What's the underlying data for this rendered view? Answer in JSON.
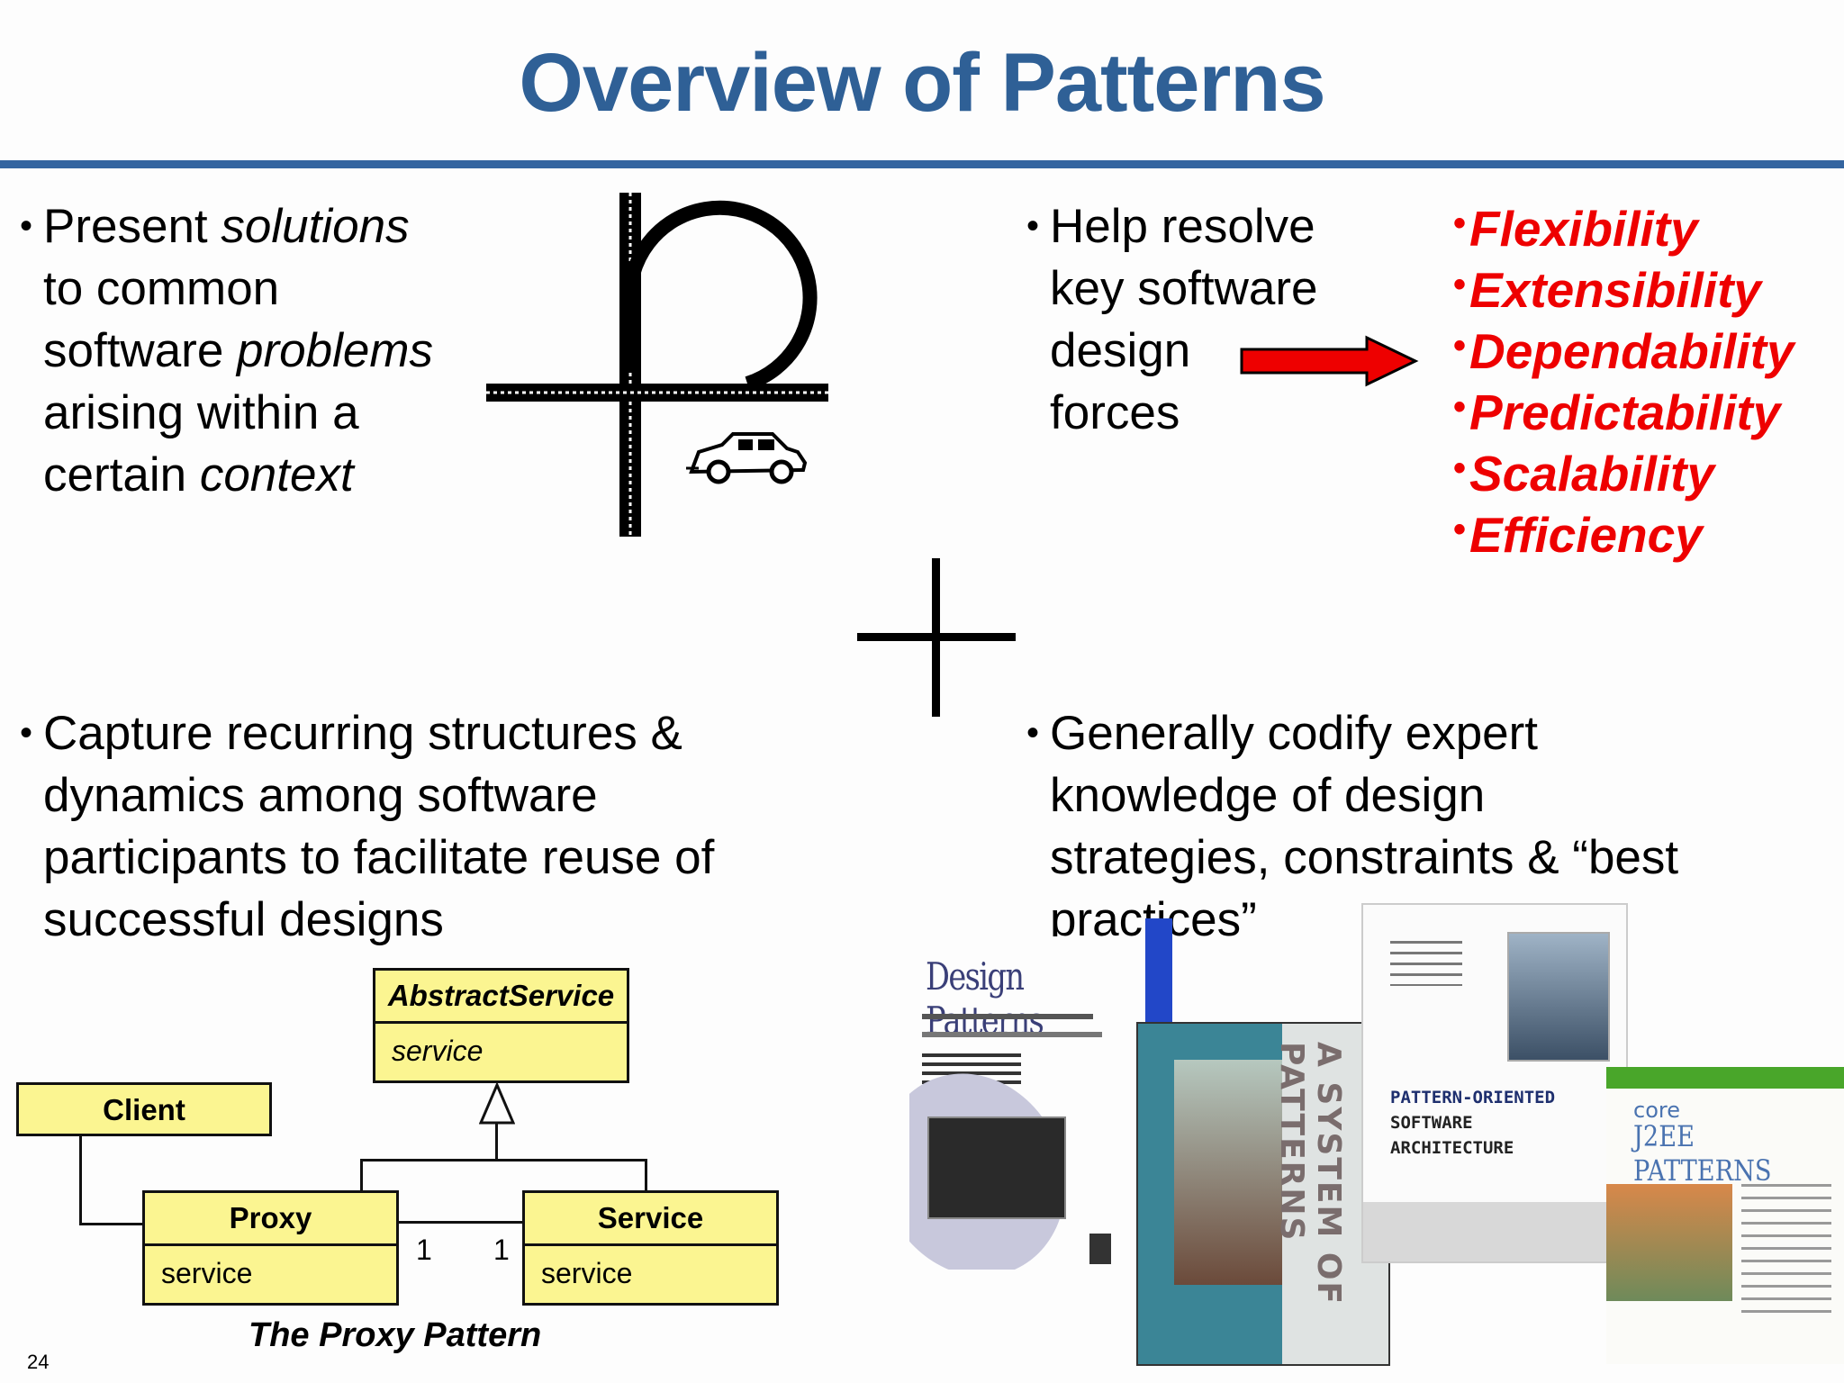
{
  "slide": {
    "title": "Overview of Patterns",
    "page_number": "24"
  },
  "q1": {
    "lines": [
      {
        "a": "Present ",
        "b": "solutions",
        "c": ""
      },
      {
        "a": "to common",
        "b": "",
        "c": ""
      },
      {
        "a": "software ",
        "b": "problems",
        "c": ""
      },
      {
        "a": "arising within a",
        "b": "",
        "c": ""
      },
      {
        "a": "certain ",
        "b": "context",
        "c": ""
      }
    ]
  },
  "q2": {
    "lines": [
      "Help resolve",
      "key software",
      "design",
      "forces"
    ],
    "forces": [
      "Flexibility",
      "Extensibility",
      "Dependability",
      "Predictability",
      "Scalability",
      "Efficiency"
    ]
  },
  "q3": {
    "lines": [
      "Capture recurring structures &",
      "dynamics among software",
      "participants to facilitate reuse of",
      "successful designs"
    ]
  },
  "q4": {
    "lines": [
      "Generally codify expert",
      "knowledge of design",
      "strategies, constraints & “best",
      "practices”"
    ]
  },
  "uml": {
    "abstract": {
      "name": "AbstractService",
      "op": "service"
    },
    "client": {
      "name": "Client"
    },
    "proxy": {
      "name": "Proxy",
      "op": "service"
    },
    "service": {
      "name": "Service",
      "op": "service"
    },
    "mult_left": "1",
    "mult_right": "1",
    "caption": "The Proxy Pattern"
  },
  "books": {
    "design_patterns": {
      "title": "Design Patterns"
    },
    "system_of_patterns": {
      "title": "A SYSTEM OF PATTERNS"
    },
    "posa2": {
      "title_lines": [
        "PATTERN-ORIENTED",
        "SOFTWARE",
        "ARCHITECTURE"
      ]
    },
    "j2ee": {
      "brand": "core",
      "title": "J2EE PATTERNS"
    }
  },
  "colors": {
    "title": "#2f6096",
    "rule": "#3465a0",
    "forces": "#ee0000",
    "uml_fill": "#fbf591"
  }
}
